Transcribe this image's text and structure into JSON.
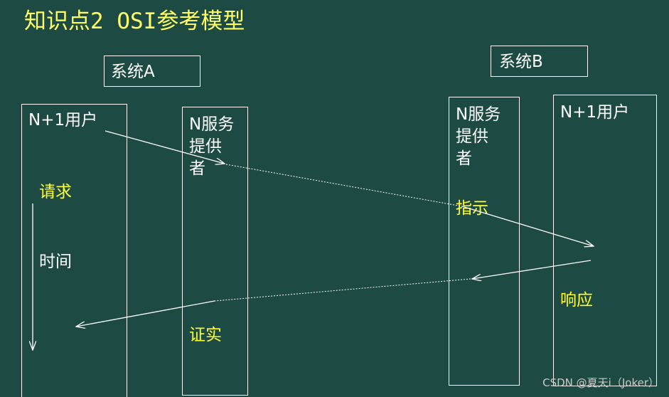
{
  "title": "知识点2 OSI参考模型",
  "system_a": {
    "label": "系统A",
    "user_label": "N+1用户",
    "provider_label": "N服务\n提供\n者",
    "request_label": "请求",
    "time_label": "时间",
    "confirm_label": "证实"
  },
  "system_b": {
    "label": "系统B",
    "user_label": "N+1用户",
    "provider_label": "N服务\n提供\n者",
    "indication_label": "指示",
    "response_label": "响应"
  },
  "watermark": "CSDN @夏天i（Joker）",
  "colors": {
    "background": "#1d4a42",
    "title": "#ffff66",
    "highlight": "#ffff33",
    "line": "#ffffff"
  }
}
